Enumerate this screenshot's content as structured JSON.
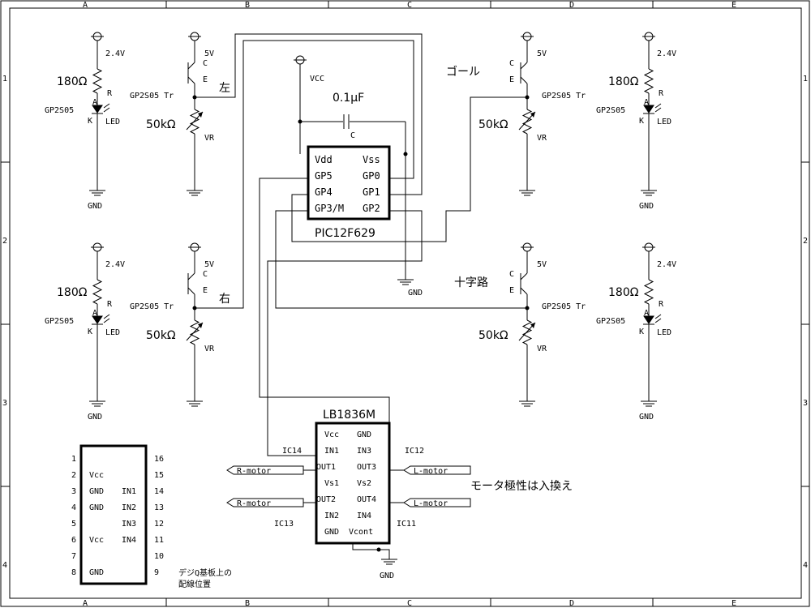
{
  "border": {
    "cols": [
      "A",
      "B",
      "C",
      "D",
      "E"
    ],
    "rows": [
      "1",
      "2",
      "3",
      "4"
    ]
  },
  "sensor_cells": [
    {
      "id": "left",
      "label": "左",
      "led_v": "2.4V",
      "res": "180Ω",
      "r": "R",
      "led_part": "GP2S05",
      "a": "A",
      "k": "K",
      "led": "LED",
      "gnd": "GND",
      "tr_v": "5V",
      "c": "C",
      "e": "E",
      "tr": "GP2S05 Tr",
      "pot": "50kΩ",
      "vr": "VR"
    },
    {
      "id": "right",
      "label": "右",
      "led_v": "2.4V",
      "res": "180Ω",
      "r": "R",
      "led_part": "GP2S05",
      "a": "A",
      "k": "K",
      "led": "LED",
      "gnd": "GND",
      "tr_v": "5V",
      "c": "C",
      "e": "E",
      "tr": "GP2S05 Tr",
      "pot": "50kΩ",
      "vr": "VR"
    },
    {
      "id": "goal",
      "label": "ゴール",
      "led_v": "2.4V",
      "res": "180Ω",
      "r": "R",
      "led_part": "GP2S05",
      "a": "A",
      "k": "K",
      "led": "LED",
      "gnd": "GND",
      "tr_v": "5V",
      "c": "C",
      "e": "E",
      "tr": "GP2S05 Tr",
      "pot": "50kΩ",
      "vr": "VR"
    },
    {
      "id": "cross",
      "label": "十字路",
      "led_v": "2.4V",
      "res": "180Ω",
      "r": "R",
      "led_part": "GP2S05",
      "a": "A",
      "k": "K",
      "led": "LED",
      "gnd": "GND",
      "tr_v": "5V",
      "c": "C",
      "e": "E",
      "tr": "GP2S05 Tr",
      "pot": "50kΩ",
      "vr": "VR"
    }
  ],
  "pic": {
    "name": "PIC12F629",
    "vcc": "VCC",
    "gnd": "GND",
    "cap_value": "0.1μF",
    "cap_label": "C",
    "pins_left": [
      "Vdd",
      "GP5",
      "GP4",
      "GP3/M"
    ],
    "pins_right": [
      "Vss",
      "GP0",
      "GP1",
      "GP2"
    ]
  },
  "driver": {
    "name": "LB1836M",
    "pins_left": [
      "Vcc",
      "IN1",
      "OUT1",
      "Vs1",
      "OUT2",
      "IN2",
      "GND"
    ],
    "pins_right": [
      "GND",
      "IN3",
      "OUT3",
      "Vs2",
      "OUT4",
      "IN4",
      "Vcont"
    ],
    "ic14": "IC14",
    "ic12": "IC12",
    "ic13": "IC13",
    "ic11": "IC11",
    "r_motor": "R-motor",
    "l_motor": "L-motor",
    "gnd": "GND",
    "note": "モータ極性は入換え"
  },
  "dip": {
    "left_nums": [
      "1",
      "2",
      "3",
      "4",
      "5",
      "6",
      "7",
      "8"
    ],
    "right_nums": [
      "16",
      "15",
      "14",
      "13",
      "12",
      "11",
      "10",
      "9"
    ],
    "left_labels": [
      "",
      "Vcc",
      "GND",
      "GND",
      "",
      "Vcc",
      "",
      "GND"
    ],
    "right_labels": [
      "",
      "",
      "IN1",
      "IN2",
      "IN3",
      "IN4",
      "",
      ""
    ],
    "caption_1": "デジQ基板上の",
    "caption_2": "配線位置"
  }
}
